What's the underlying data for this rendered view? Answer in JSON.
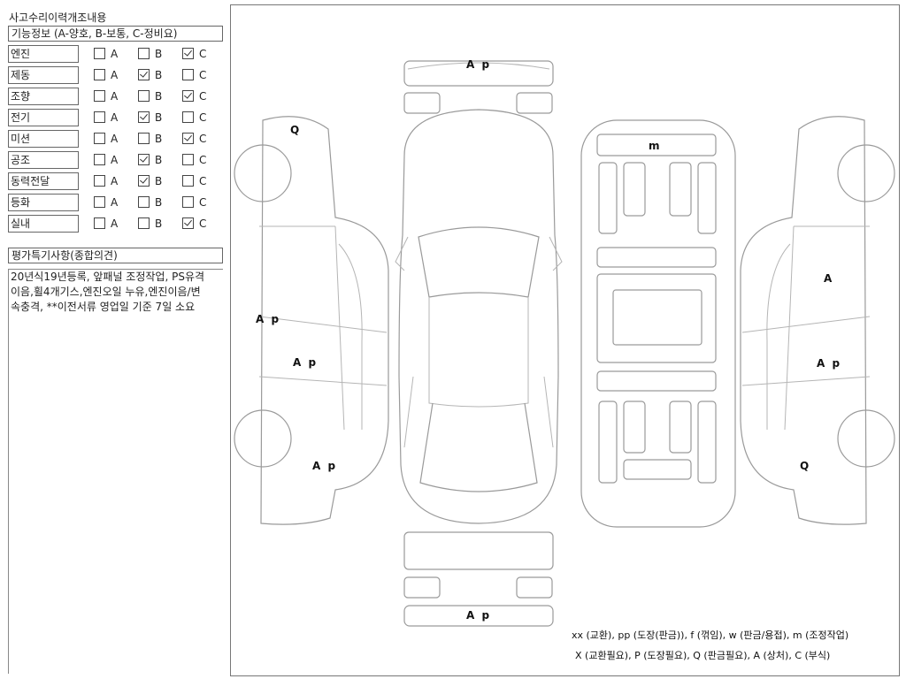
{
  "section_title": "사고수리이력개조내용",
  "function_info_label": "기능정보 (A-양호, B-보통, C-정비요)",
  "option_labels": [
    "A",
    "B",
    "C"
  ],
  "rows": [
    {
      "label": "엔진",
      "selected": "C"
    },
    {
      "label": "제동",
      "selected": "B"
    },
    {
      "label": "조향",
      "selected": "C"
    },
    {
      "label": "전기",
      "selected": "B"
    },
    {
      "label": "미션",
      "selected": "C"
    },
    {
      "label": "공조",
      "selected": "B"
    },
    {
      "label": "동력전달",
      "selected": "B"
    },
    {
      "label": "등화",
      "selected": ""
    },
    {
      "label": "실내",
      "selected": "C"
    }
  ],
  "evaluation_label": "평가특기사항(종합의견)",
  "evaluation_text": "20년식19년등록, 앞패널 조정작업, PS유격\n이음,휠4개기스,엔진오일 누유,엔진이음/변\n속충격, **이전서류 영업일 기준 7일 소요",
  "marks": {
    "front_bumper": "A p",
    "rear_bumper": "A p",
    "roof": "m",
    "left_fender": "Q",
    "left_front_door": "A p",
    "left_rear_door": "A p",
    "left_quarter": "A p",
    "right_front_door": "A",
    "right_rear_door": "A p",
    "right_quarter": "Q"
  },
  "legend_line1": "xx (교환), pp (도장(판금)), f (꺾임), w (판금/용접), m (조정작업)",
  "legend_line2": "X (교환필요), P (도장필요), Q (판금필요), A (상처), C (부식)",
  "colors": {
    "line": "#9a9a9a",
    "border": "#777777",
    "check": "#333333"
  }
}
